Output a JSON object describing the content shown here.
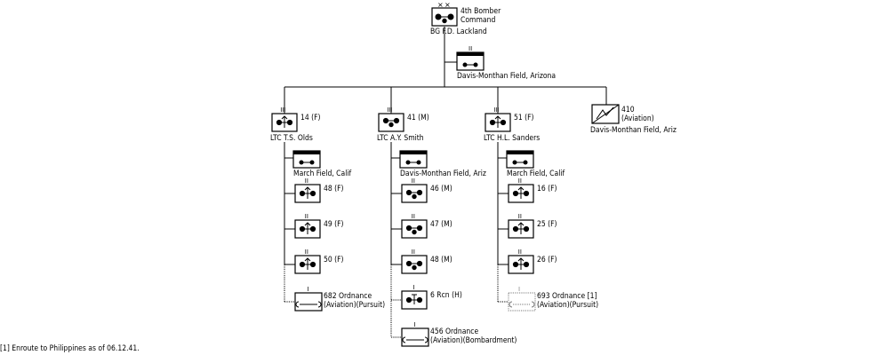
{
  "command": {
    "name": "4th Bomber\nCommand",
    "commander": "BG  F.D. Lackland",
    "hq_location": "Davis-Monthan Field, Arizona"
  },
  "groups": [
    {
      "designation": "14 (F)",
      "commander": "LTC  T.S. Olds",
      "hq_location": "March Field, Calif",
      "squadrons": [
        "48 (F)",
        "49 (F)",
        "50 (F)"
      ],
      "ordnance": "682 Ordnance\n(Aviation)(Pursuit)"
    },
    {
      "designation": "41 (M)",
      "commander": "LTC  A.Y. Smith",
      "hq_location": "Davis-Monthan Field, Ariz",
      "squadrons": [
        "46 (M)",
        "47 (M)",
        "48 (M)"
      ],
      "recon": "6 Rcn (H)",
      "ordnance": "456 Ordnance\n(Aviation)(Bombardment)"
    },
    {
      "designation": "51 (F)",
      "commander": "LTC  H.L. Sanders",
      "hq_location": "March Field, Calif",
      "squadrons": [
        "16 (F)",
        "25 (F)",
        "26 (F)"
      ],
      "ordnance": "693 Ordnance [1]\n(Aviation)(Pursuit)"
    }
  ],
  "aviation_unit": {
    "designation": "410\n(Aviation)",
    "location": "Davis-Monthan Field, Ariz"
  },
  "footnote": "[1] Enroute to Philippines as of 06.12.41."
}
